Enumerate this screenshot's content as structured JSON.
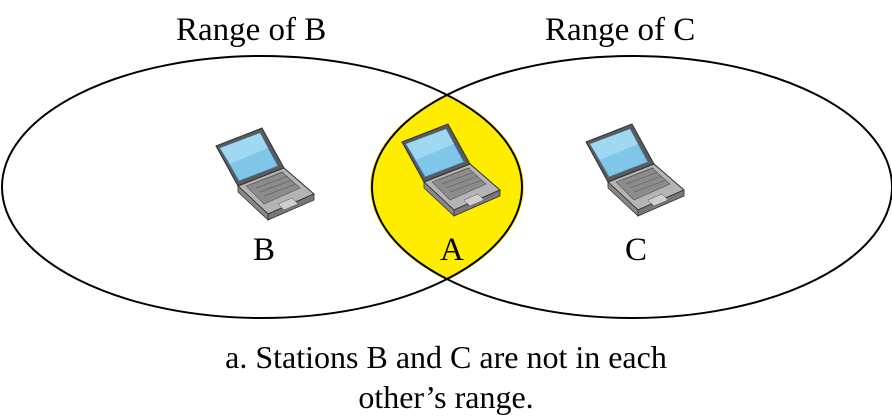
{
  "range_labels": {
    "b": "Range of B",
    "c": "Range of C"
  },
  "stations": {
    "b": "B",
    "a": "A",
    "c": "C"
  },
  "caption": {
    "line1": "a. Stations B and C are not in each",
    "line2": "other’s range."
  },
  "colors": {
    "overlap_fill": "#ffed00",
    "outline": "#000000",
    "laptop_screen": "#7fc6e8",
    "laptop_body": "#9a9a9a"
  },
  "icons": [
    "laptop-icon",
    "laptop-icon",
    "laptop-icon"
  ]
}
